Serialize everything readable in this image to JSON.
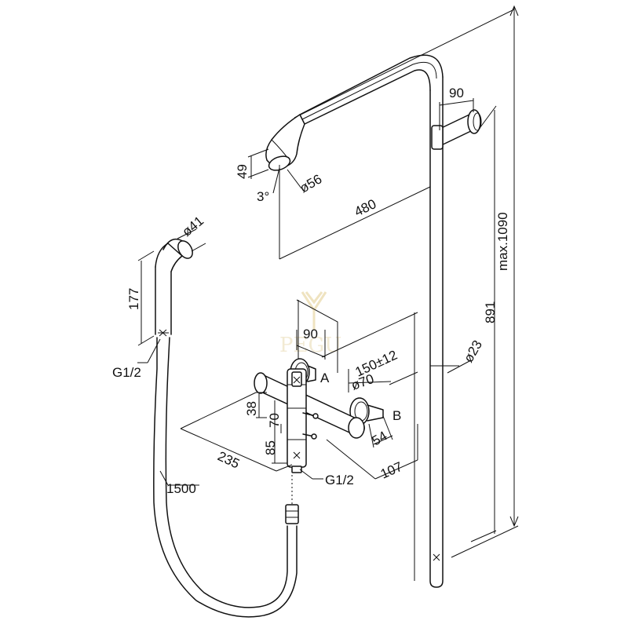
{
  "labels": {
    "rail_height": "max.1090",
    "bracket_height": "891",
    "rail_offset": "90",
    "rail_diameter": "ø23",
    "arm_length": "480",
    "head_height": "49",
    "head_diameter": "ø56",
    "head_angle": "3°",
    "hand_diameter": "ø41",
    "hand_length": "177",
    "hand_thread": "G1/2",
    "hose_length": "1500",
    "valve_depth": "90",
    "centers": "150±12",
    "escutcheon": "ø70",
    "letter_a": "A",
    "letter_b": "B",
    "dim_38": "38",
    "dim_70": "70",
    "dim_85": "85",
    "dim_54": "54",
    "dim_235": "235",
    "dim_107": "107",
    "outlet_thread": "G1/2"
  },
  "watermark": "PEGU"
}
